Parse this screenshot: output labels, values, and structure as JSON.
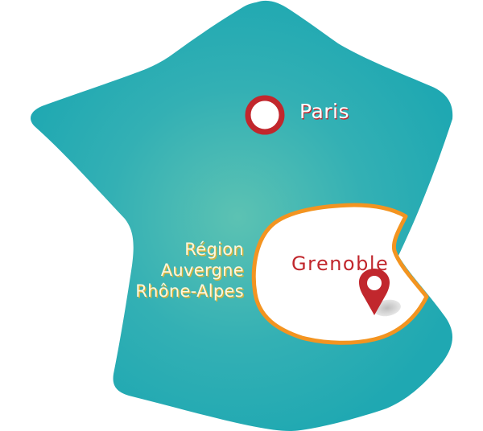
{
  "map": {
    "type": "region-locator",
    "country_shape": "France",
    "colors": {
      "country_fill_center": "#5cc2b3",
      "country_fill_edge": "#1fa8b2",
      "region_fill": "#ffffff",
      "region_outline": "#f39420",
      "marker": "#c1272d",
      "city_text": "#c1272d",
      "capital_text": "#ffffff",
      "region_text": "#fff7da",
      "region_text_shadow": "#d6b23c"
    }
  },
  "capital": {
    "label": "Paris",
    "icon": "circle-marker-icon"
  },
  "region": {
    "lines": [
      "Région",
      "Auvergne",
      "Rhône-Alpes"
    ]
  },
  "city": {
    "label": "Grenoble",
    "icon": "map-pin-icon"
  }
}
